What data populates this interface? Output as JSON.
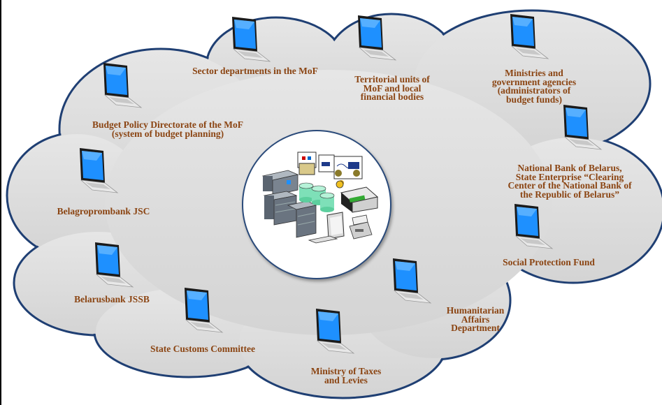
{
  "nodes": [
    {
      "id": "sector-departments",
      "label": "Sector departments in the MoF"
    },
    {
      "id": "territorial-units",
      "label": "Territorial units of\nMoF and local\nfinancial bodies"
    },
    {
      "id": "ministries",
      "label": "Ministries and\ngovernment agencies\n(administrators of\nbudget funds)"
    },
    {
      "id": "budget-policy",
      "label": "Budget Policy Directorate of the MoF\n(system of budget planning)"
    },
    {
      "id": "national-bank",
      "label": "National Bank of Belarus,\nState Enterprise “Clearing\nCenter of the National Bank of\nthe Republic of Belarus”"
    },
    {
      "id": "belagroprombank",
      "label": "Belagroprombank JSC"
    },
    {
      "id": "social-protection",
      "label": "Social Protection Fund"
    },
    {
      "id": "belarusbank",
      "label": "Belarusbank JSSB"
    },
    {
      "id": "humanitarian",
      "label": "Humanitarian\nAffairs\nDepartment"
    },
    {
      "id": "customs",
      "label": "State Customs Committee"
    },
    {
      "id": "taxes",
      "label": "Ministry of Taxes\nand Levies"
    }
  ],
  "colors": {
    "cloud_fill": "#dedede",
    "cloud_outline": "#1f3f73",
    "label_color": "#8B4513",
    "screen_blue": "#1e90ff"
  },
  "center_icon": "server-network-icon"
}
